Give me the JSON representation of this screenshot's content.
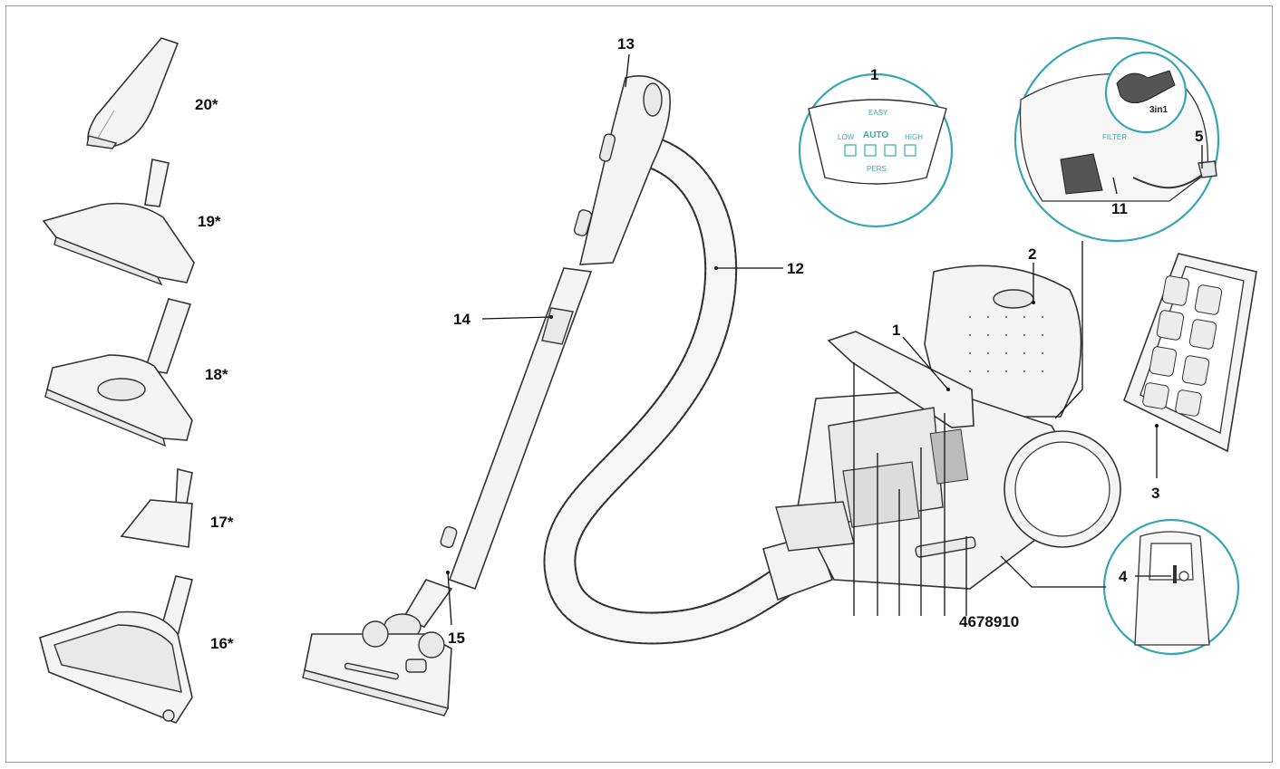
{
  "labels": {
    "n20": "20*",
    "n19": "19*",
    "n18": "18*",
    "n17": "17*",
    "n16": "16*",
    "n13": "13",
    "n12": "12",
    "n14": "14",
    "n15": "15",
    "n1_top": "1",
    "n1_body": "1",
    "n2": "2",
    "n3": "3",
    "n4_detail": "4",
    "n5": "5",
    "n11": "11",
    "bottom_group": "4678910"
  },
  "control_panel": {
    "top": "EASY",
    "low": "LOW",
    "auto": "AUTO",
    "high": "HIGH",
    "bottom": "PERS"
  },
  "inset_tool": {
    "label": "3in1",
    "filter": "FILTER"
  },
  "colors": {
    "accent": "#37a6b2",
    "outline": "#333333"
  }
}
